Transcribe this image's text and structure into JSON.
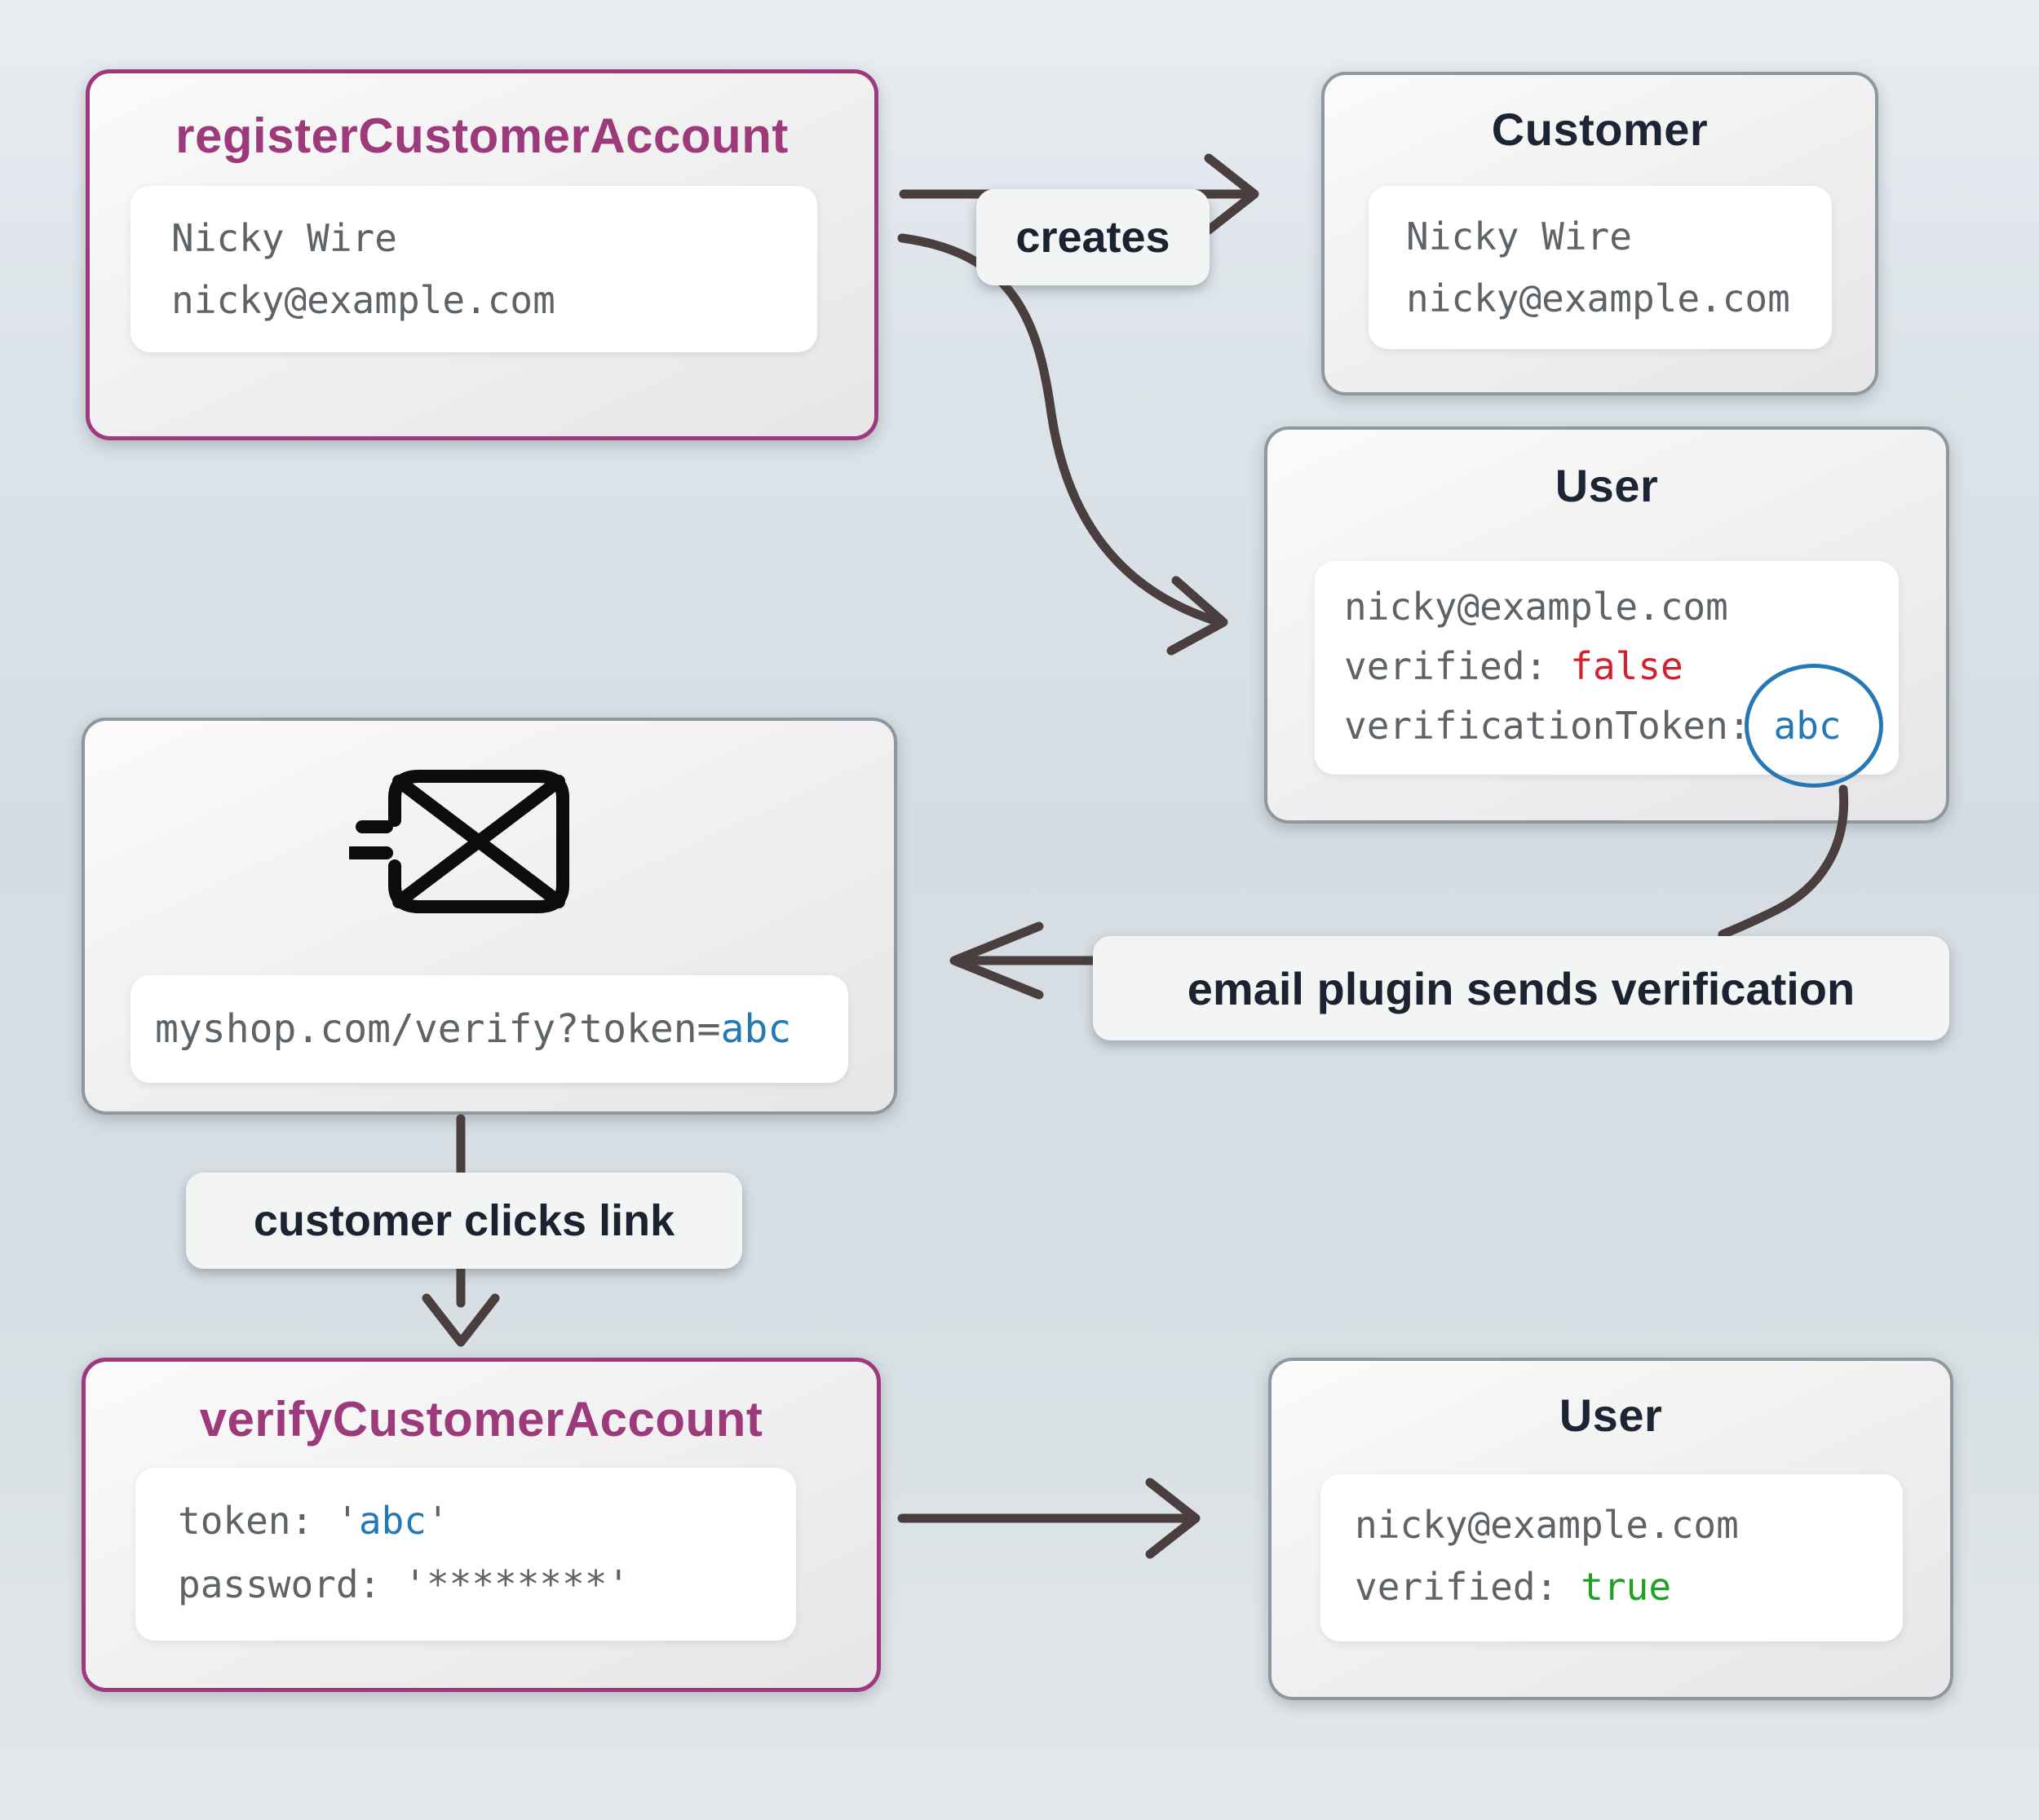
{
  "colors": {
    "action_border": "#9d3a7d",
    "action_title": "#9c3a7c",
    "neutral_border": "#8f989d",
    "dark_title": "#1d2433",
    "mono_gray": "#5d6367",
    "token_blue": "#2478b5",
    "false_red": "#d3202e",
    "true_green": "#1fa125",
    "arrow": "#4a3e3e"
  },
  "nodes": {
    "register": {
      "title": "registerCustomerAccount",
      "name": "Nicky Wire",
      "email": "nicky@example.com"
    },
    "customer": {
      "title": "Customer",
      "name": "Nicky Wire",
      "email": "nicky@example.com"
    },
    "user_initial": {
      "title": "User",
      "email": "nicky@example.com",
      "verified_key": "verified:",
      "verified_value": "false",
      "token_key": "verificationToken:",
      "token_value": "abc"
    },
    "email_message": {
      "icon": "mail-send-icon",
      "url_prefix": "myshop.com/verify?token=",
      "url_token": "abc"
    },
    "verify": {
      "title": "verifyCustomerAccount",
      "token_key": "token:",
      "quote_open": "'",
      "token_value": "abc",
      "quote_close": "'",
      "password_key": "password:",
      "password_value": "'********'"
    },
    "user_verified": {
      "title": "User",
      "email": "nicky@example.com",
      "verified_key": "verified:",
      "verified_value": "true"
    }
  },
  "labels": {
    "creates": "creates",
    "email_plugin": "email plugin sends verification",
    "customer_clicks": "customer clicks link"
  }
}
